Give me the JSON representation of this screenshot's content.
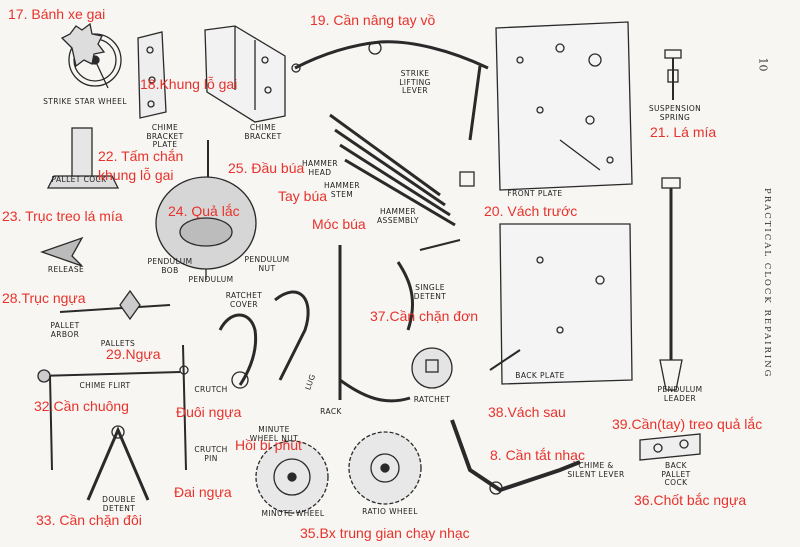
{
  "figure": {
    "side_title": "PRACTICAL CLOCK REPAIRING",
    "page_number": "10"
  },
  "captions": {
    "strike_star_wheel": "STRIKE STAR WHEEL",
    "chime_bracket_plate": [
      "CHIME",
      "BRACKET",
      "PLATE"
    ],
    "chime_bracket": [
      "CHIME",
      "BRACKET"
    ],
    "strike_lifting_lever": [
      "STRIKE",
      "LIFTING",
      "LEVER"
    ],
    "front_plate": "FRONT PLATE",
    "suspension_spring": [
      "SUSPENSION",
      "SPRING"
    ],
    "pallet_cock": "PALLET COCK",
    "hammer_head": [
      "HAMMER",
      "HEAD"
    ],
    "hammer_stem": [
      "HAMMER",
      "STEM"
    ],
    "hammer_assembly": [
      "HAMMER",
      "ASSEMBLY"
    ],
    "release": "RELEASE",
    "pendulum_bob": [
      "PENDULUM",
      "BOB"
    ],
    "pendulum": "PENDULUM",
    "pendulum_nut": [
      "PENDULUM",
      "NUT"
    ],
    "ratchet_cover": [
      "RATCHET",
      "COVER"
    ],
    "single_detent": [
      "SINGLE",
      "DETENT"
    ],
    "pallet_arbor": [
      "PALLET",
      "ARBOR"
    ],
    "pallets": "PALLETS",
    "chime_flirt": "CHIME FLIRT",
    "lug": "LUG",
    "rack": "RACK",
    "ratchet": "RATCHET",
    "back_plate": "BACK PLATE",
    "pendulum_leader": [
      "PENDULUM",
      "LEADER"
    ],
    "crutch": "CRUTCH",
    "crutch_pin": [
      "CRUTCH",
      "PIN"
    ],
    "minute_wheel_nut": [
      "MINUTE",
      "WHEEL NUT"
    ],
    "minute_wheel": "MINUTE WHEEL",
    "ratio_wheel": "RATIO WHEEL",
    "chime_silent_lever": [
      "CHIME &",
      "SILENT LEVER"
    ],
    "back_pallet_cock": [
      "BACK",
      "PALLET",
      "COCK"
    ],
    "double_detent": [
      "DOUBLE",
      "DETENT"
    ]
  },
  "labels": {
    "l17": "17. Bánh xe gai",
    "l18": "18.Khung lỗ gai",
    "l19": "19. Cần nâng tay vồ",
    "l21": "21. Lá mía",
    "l22a": "22. Tấm chắn",
    "l22b": "khung lỗ gai",
    "l25": "25. Đầu búa",
    "tay_bua": "Tay búa",
    "l23": "23. Trục treo lá mía",
    "l24": "24. Quả lắc",
    "moc_bua": "Móc búa",
    "l20": "20. Vách trước",
    "l28": "28.Trục ngựa",
    "l37": "37.Cần chặn đơn",
    "l29": "29.Ngựa",
    "l32": "32.Cần chuông",
    "duoi_ngua": "Đuôi ngựa",
    "l38": "38.Vách sau",
    "l39": "39.Cần(tay) treo quả lắc",
    "hoi_bi_phut": "Hồi bi phút",
    "l8": "8. Cần tắt nhạc",
    "dai_ngua": "Đai ngựa",
    "l36": "36.Chốt bắc ngựa",
    "l33": "33. Cần chặn đôi",
    "l35": "35.Bx trung gian chạy nhạc"
  },
  "colors": {
    "annotation": "#e8322b",
    "ink": "#222222",
    "paper": "#f7f6f3"
  }
}
